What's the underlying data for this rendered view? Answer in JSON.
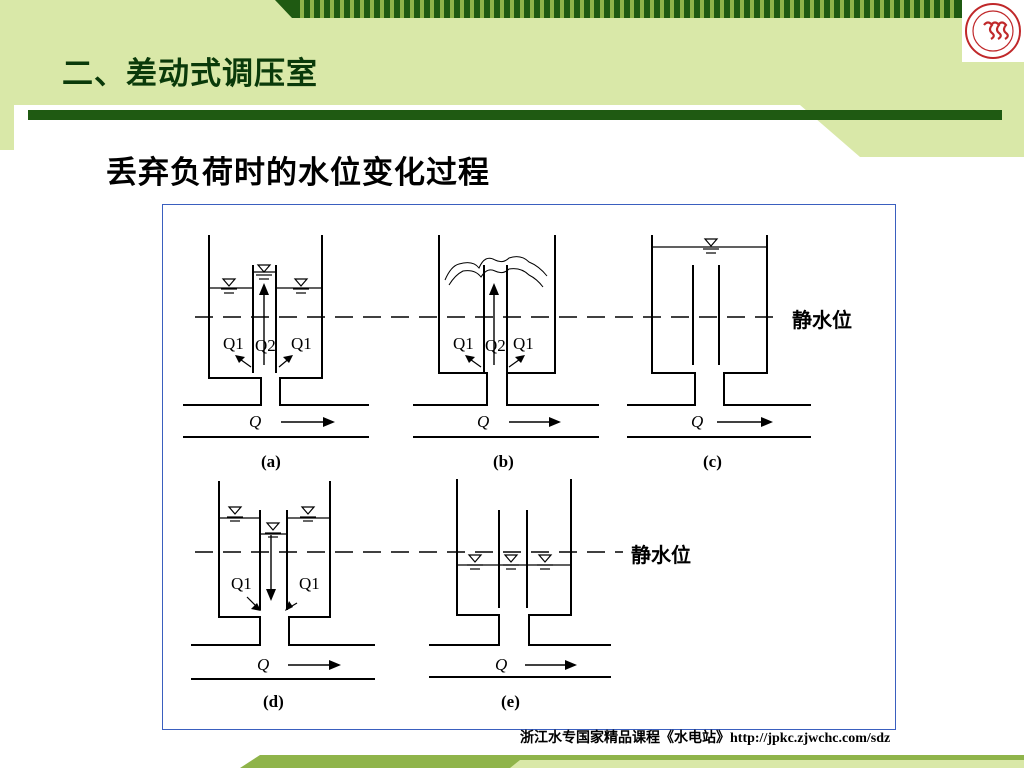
{
  "slide": {
    "title": "二、差动式调压室",
    "subtitle": "丢弃负荷时的水位变化过程",
    "footer": "浙江水专国家精品课程《水电站》http://jpkc.zjwchc.com/sdz",
    "colors": {
      "dark_green": "#1f5a12",
      "light_green": "#d9e8a8",
      "mid_green": "#8fb44a",
      "title_text": "#0a3a0a",
      "frame_border": "#3a5fbf"
    }
  },
  "diagram": {
    "static_level_label": "静水位",
    "panels": [
      {
        "id": "a",
        "caption": "(a)",
        "left_label": "Q1",
        "center_label": "Q2",
        "right_label": "Q1",
        "pipe_label": "Q"
      },
      {
        "id": "b",
        "caption": "(b)",
        "left_label": "Q1",
        "center_label": "Q2",
        "right_label": "Q1",
        "pipe_label": "Q"
      },
      {
        "id": "c",
        "caption": "(c)",
        "pipe_label": "Q"
      },
      {
        "id": "d",
        "caption": "(d)",
        "left_label": "Q1",
        "right_label": "Q1",
        "pipe_label": "Q"
      },
      {
        "id": "e",
        "caption": "(e)",
        "pipe_label": "Q"
      }
    ]
  }
}
